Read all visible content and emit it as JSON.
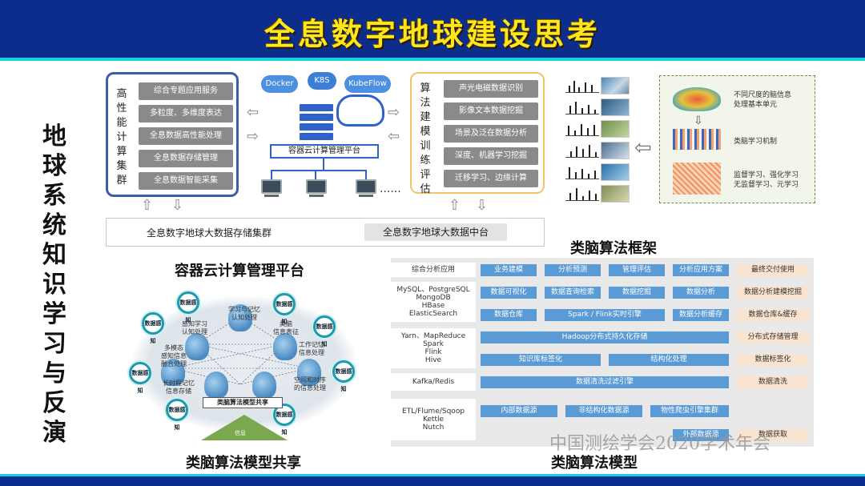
{
  "header": {
    "title": "全息数字地球建设思考"
  },
  "left_title": [
    "地",
    "球",
    "系",
    "统",
    "知",
    "识",
    "学",
    "习",
    "与",
    "反",
    "演"
  ],
  "cluster": {
    "label": [
      "高",
      "性",
      "能",
      "计",
      "算",
      "集",
      "群"
    ],
    "items": [
      "综合专题应用服务",
      "多粒度、多维度表达",
      "全息数据高性能处理",
      "全息数据存储管理",
      "全息数据智能采集"
    ]
  },
  "cloud": {
    "chips": [
      "Docker",
      "K8S",
      "KubeFlow"
    ],
    "platform_label": "容器云计算管理平台",
    "ellipsis": "......"
  },
  "algo": {
    "label": [
      "算",
      "法",
      "建",
      "模",
      "训",
      "练",
      "评",
      "估"
    ],
    "items": [
      "声光电磁数据识别",
      "影像文本数据挖掘",
      "场景及泛在数据分析",
      "深度、机器学习挖掘",
      "迁移学习、边缘计算"
    ]
  },
  "storage": {
    "cluster_label": "全息数字地球大数据存储集群",
    "middle_label": "全息数字地球大数据中台"
  },
  "brainbox": {
    "text1": [
      "不同尺度的脑信息",
      "处理基本单元"
    ],
    "text2": [
      "类脑学习机制"
    ],
    "text3": [
      "监督学习、强化学习",
      "无监督学习、元学习"
    ]
  },
  "headings": {
    "container_platform": "容器云计算管理平台",
    "framework": "类脑算法框架",
    "model_sharing": "类脑算法模型共享",
    "model": "类脑算法模型"
  },
  "sharing": {
    "node_label": "数据感知",
    "center_label": "类脑算法模型共享",
    "base_label": "信息",
    "texts": [
      "学习与记忆\n认知处理",
      "感知学习\n认知处理",
      "类脑\n信息表征",
      "工作记忆\n信息处理",
      "多模态\n感知信息\n融合处理",
      "空间和时序\n的信息处理",
      "长时程记忆\n信息存储"
    ]
  },
  "framework": {
    "rows": [
      {
        "left": "综合分析应用",
        "cells": [
          "业务建模",
          "分析预测",
          "管理评估",
          "分析应用方案"
        ],
        "right": "最终交付使用"
      },
      {
        "left": "MySQL、PostgreSQL\nMongoDB\nHBase\nElasticSearch",
        "cells": [
          "数据可视化",
          "数据查询检索",
          "数据挖掘",
          "数据分析"
        ],
        "right": "数据分析建模挖掘"
      },
      {
        "left": "",
        "cells": [
          "数据仓库",
          "Spark / Flink实时引擎",
          "数据分析缓存"
        ],
        "right": "数据仓库&缓存"
      },
      {
        "left": "Yarn、MapReduce\nSpark\nFlink\nHive",
        "cells": [
          "Hadoop分布式持久化存储"
        ],
        "right": "分布式存储管理"
      },
      {
        "left": "",
        "cells": [
          "知识库标签化",
          "结构化处理"
        ],
        "right": "数据标签化"
      },
      {
        "left": "Kafka/Redis",
        "cells": [
          "数据清洗过滤引擎"
        ],
        "right": "数据清洗"
      },
      {
        "left": "ETL/Flume/Sqoop\nKettle\nNutch",
        "cells": [
          "内部数据源",
          "非结构化数据源",
          "物性爬虫引擎集群"
        ],
        "right": ""
      },
      {
        "left": "",
        "cells": [
          "外部数据源"
        ],
        "right": "数据获取"
      }
    ]
  },
  "watermark": "中国测绘学会2020学术年会",
  "colors": {
    "header_bg": "#0c2d8c",
    "title": "#ffe61a",
    "accent_stripe": "#17d0e6",
    "framework_cell": "#5b9bd5",
    "framework_right": "#fbe4cf"
  }
}
